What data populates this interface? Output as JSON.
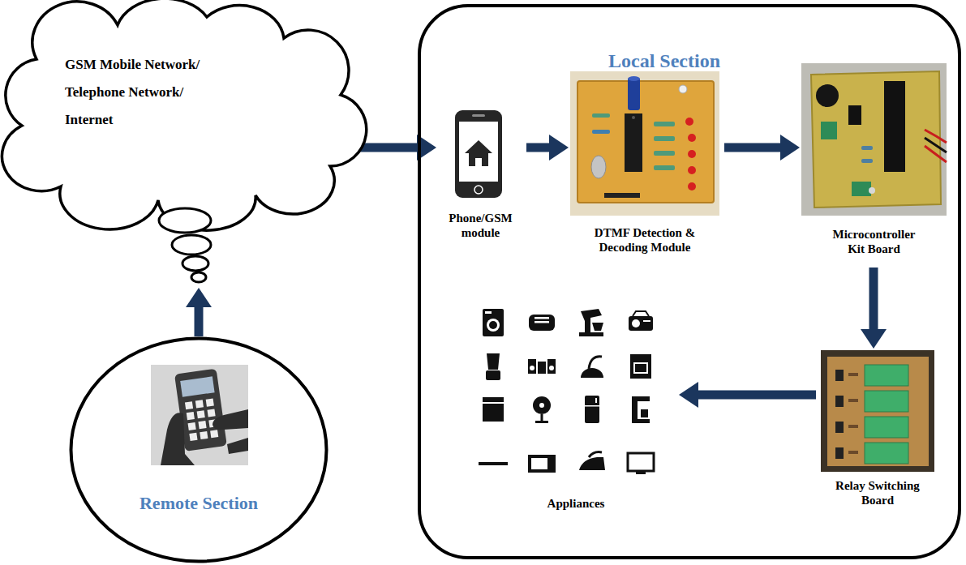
{
  "diagram": {
    "nodes": [
      {
        "text": [
          "GSM Mobile Network/ Telephone Network/ Internet"
        ]
      },
      {
        "text": [
          "Local Section"
        ]
      },
      {
        "text": [
          "Phone/GSM module"
        ],
        "in": 1
      },
      {
        "text": [
          "DTMF Detection & Decoding Module"
        ],
        "in": 1
      },
      {
        "text": [
          "Microcontroller Kit Board"
        ],
        "in": 1
      },
      {
        "text": [
          "Relay Switching Board"
        ],
        "in": 1
      },
      {
        "text": [
          "Appliances"
        ],
        "in": 1
      },
      {
        "text": [
          "Remote Section"
        ]
      }
    ],
    "edges": [
      {
        "from": 7,
        "to": 0,
        "arrow": "to"
      },
      {
        "from": 0,
        "to": 2,
        "arrow": "to"
      },
      {
        "from": 2,
        "to": 3,
        "arrow": "to"
      },
      {
        "from": 3,
        "to": 4,
        "arrow": "to"
      },
      {
        "from": 4,
        "to": 5,
        "arrow": "to"
      },
      {
        "from": 5,
        "to": 6,
        "arrow": "to"
      }
    ]
  }
}
